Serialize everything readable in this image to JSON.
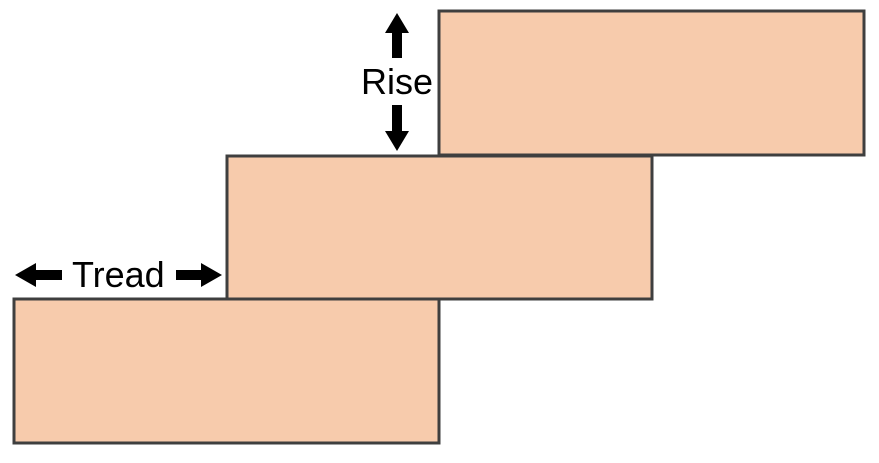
{
  "labels": {
    "rise": "Rise",
    "tread": "Tread"
  },
  "colors": {
    "step_fill": "#f7cbac",
    "step_stroke": "#3f3f3f",
    "arrow": "#000000"
  },
  "steps": [
    "step-bottom",
    "step-middle",
    "step-top"
  ]
}
